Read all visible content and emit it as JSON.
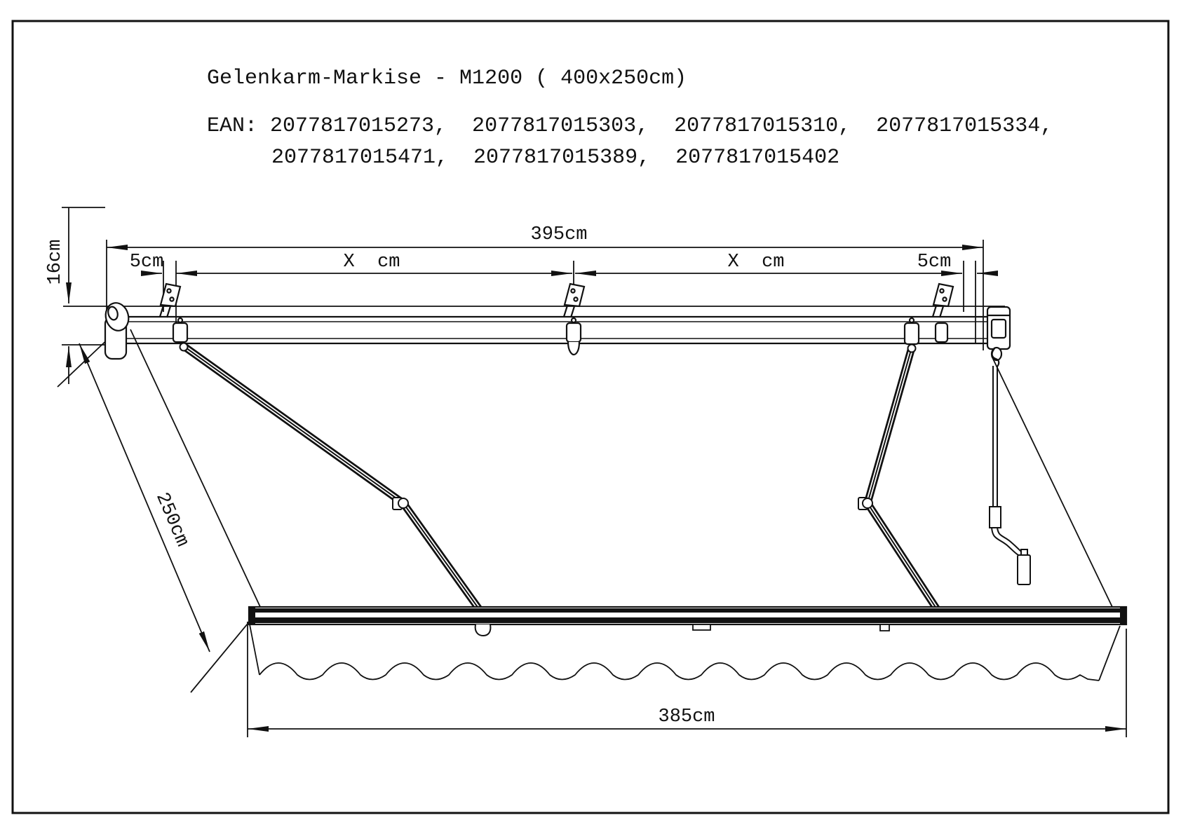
{
  "page": {
    "background": "#ffffff",
    "line_color": "#111111"
  },
  "header": {
    "title": "Gelenkarm-Markise - M1200 ( 400x250cm)",
    "ean_line1": "EAN: 2077817015273,  2077817015303,  2077817015310,  2077817015334,",
    "ean_line2": "2077817015471,  2077817015389,  2077817015402"
  },
  "dimensions": {
    "total_width": "395cm",
    "left_bracket_offset": "5cm",
    "left_bracket_spacing": "X  cm",
    "right_bracket_spacing": "X  cm",
    "right_bracket_offset": "5cm",
    "cassette_height": "16cm",
    "projection": "250cm",
    "front_bar_width": "385cm"
  }
}
